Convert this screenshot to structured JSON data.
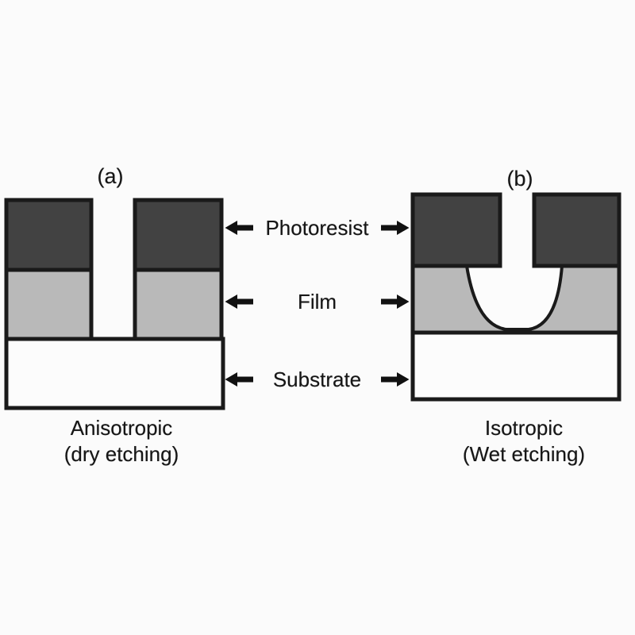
{
  "figure": {
    "panel_a": {
      "label": "(a)",
      "caption_title": "Anisotropic",
      "caption_subtitle": "(dry etching)"
    },
    "panel_b": {
      "label": "(b)",
      "caption_title": "Isotropic",
      "caption_subtitle": "(Wet etching)"
    },
    "layers": {
      "photoresist": "Photoresist",
      "film": "Film",
      "substrate": "Substrate"
    },
    "colors": {
      "photoresist_fill": "#424242",
      "film_fill": "#b9b9b9",
      "substrate_fill": "#fcfcfc",
      "cavity_fill": "#fcfcfc",
      "outline": "#1a1a1a",
      "arrow": "#111111"
    }
  }
}
